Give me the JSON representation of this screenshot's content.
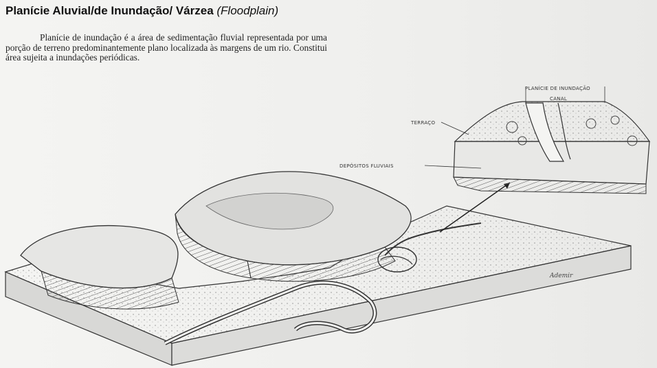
{
  "heading": {
    "main": "Planície Aluvial/de Inundação/ Várzea",
    "sub": "(Floodplain)"
  },
  "body_text": "Planície de inundação é a área de sedimentação fluvial representada por uma porção de terreno predominantemente plano localizada às margens de um rio. Constitui área sujeita a inundações periódicas.",
  "diagram_labels": {
    "floodplain": "PLANÍCIE DE INUNDAÇÃO",
    "channel": "CANAL",
    "terrace": "TERRAÇO",
    "deposits": "DEPÓSITOS FLUVIAIS"
  },
  "signature": "Ademir"
}
